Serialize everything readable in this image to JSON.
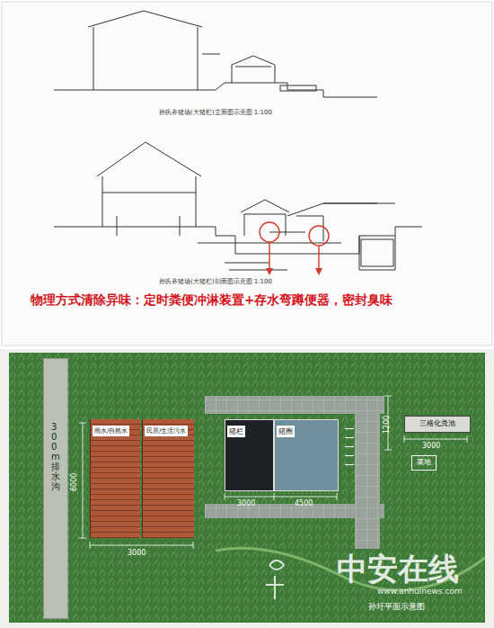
{
  "diagram": {
    "nodes": [
      {
        "text": [
          "300m排水沟"
        ]
      },
      {
        "text": [
          "雨水/自然水"
        ]
      },
      {
        "text": [
          "民居/生活污水"
        ]
      },
      {
        "text": [
          "猪栏"
        ]
      },
      {
        "text": [
          "猪圈"
        ]
      },
      {
        "text": [
          "三格化粪池"
        ]
      },
      {
        "text": [
          "菜地"
        ]
      }
    ],
    "labels": [
      "孙氏养猪场(大猪栏)立面图示意图 1:100",
      "孙氏养猪场(大猪栏)剖面图示意图 1:100",
      "物理方式清除异味：定时粪便冲淋装置+存水弯蹲便器，密封臭味",
      "6000",
      "3000",
      "3000",
      "4500",
      "1200",
      "3000",
      "孙圩平面示意图",
      "中安在线",
      "www.anhuinews.com"
    ]
  }
}
